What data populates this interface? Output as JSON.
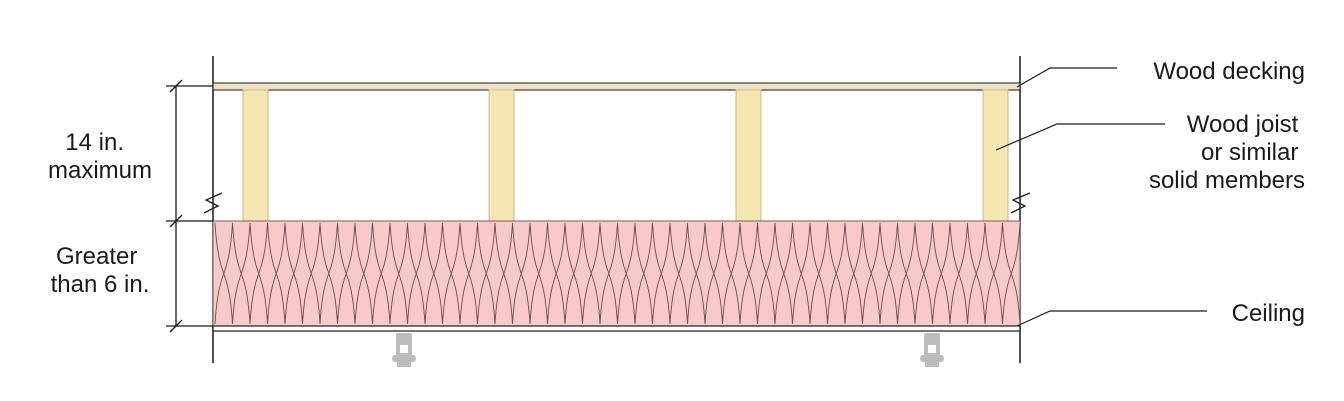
{
  "labels": {
    "height_top": [
      "14 in.",
      "maximum"
    ],
    "height_bottom": [
      "Greater",
      "than 6 in."
    ],
    "decking": "Wood decking",
    "joist": [
      "Wood joist",
      "or similar",
      "solid members"
    ],
    "ceiling": "Ceiling"
  },
  "colors": {
    "wood": "#f5e6b2",
    "wood_stroke": "#c9b88a",
    "decking": "#ece2c6",
    "insulation": "#f8c9c9",
    "line": "#1a1a1a",
    "sprinkler": "#bdbdbd"
  },
  "structure": {
    "joist_count": 4,
    "sprinkler_count": 2
  }
}
